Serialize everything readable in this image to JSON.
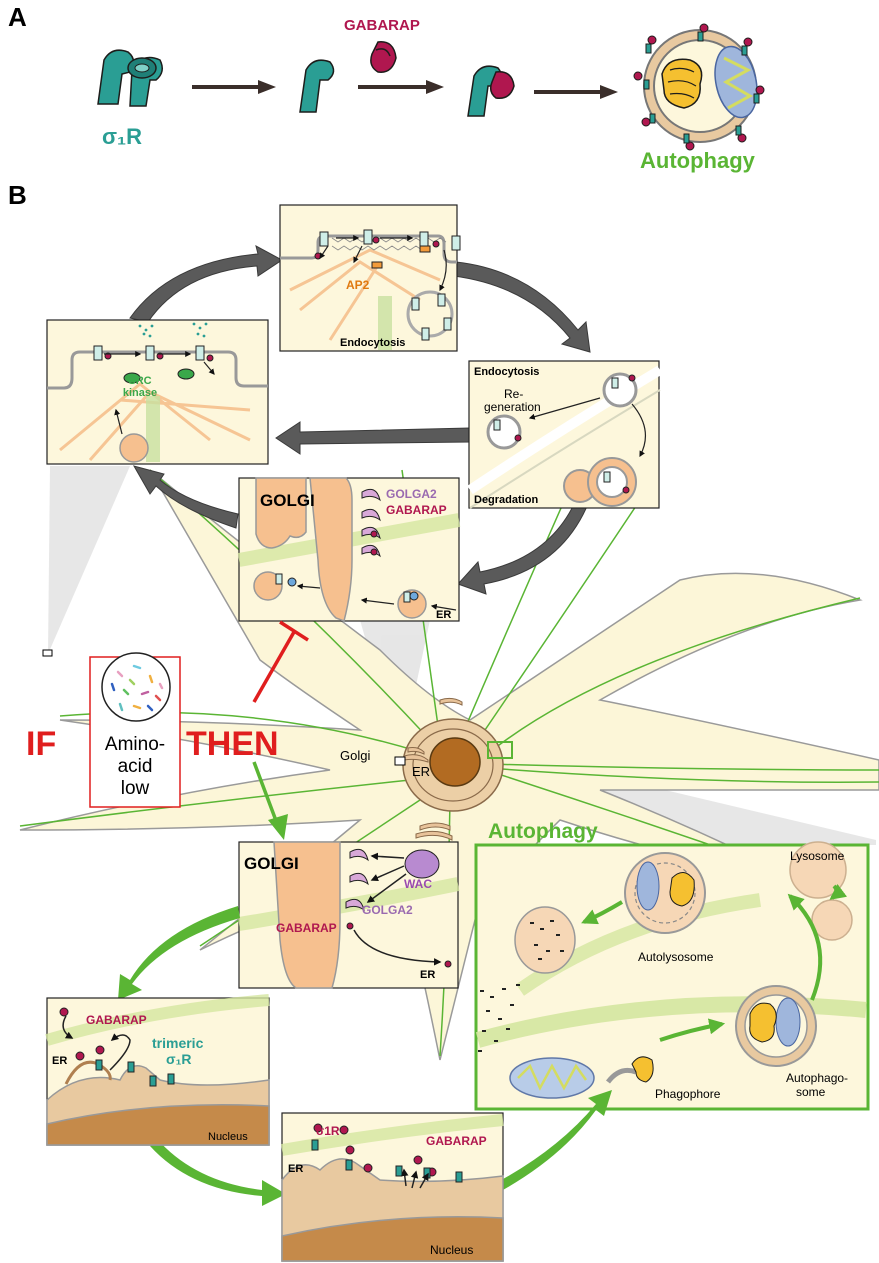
{
  "panel_a": {
    "letter": "A",
    "receptor_label": "σ₁R",
    "gabarap_label": "GABARAP",
    "outcome_label": "Autophagy"
  },
  "panel_b": {
    "letter": "B",
    "endocytosis_box": {
      "ap2": "AP2",
      "title": "Endocytosis"
    },
    "src_box": {
      "kinase_line1": "SRC",
      "kinase_line2": "kinase"
    },
    "sorting_box": {
      "title": "Endocytosis",
      "regeneration_line1": "Re-",
      "regeneration_line2": "generation",
      "degradation": "Degradation"
    },
    "golgi_top": {
      "title": "GOLGI",
      "golga2": "GOLGA2",
      "gabarap": "GABARAP",
      "er": "ER"
    },
    "condition": {
      "if": "IF",
      "then": "THEN",
      "line1": "Amino-",
      "line2": "acid",
      "line3": "low"
    },
    "cell": {
      "golgi": "Golgi",
      "er": "ER"
    },
    "golgi_bottom": {
      "title": "GOLGI",
      "wac": "WAC",
      "golga2": "GOLGA2",
      "gabarap": "GABARAP",
      "er": "ER"
    },
    "autophagy_box": {
      "title": "Autophagy",
      "lysosome": "Lysosome",
      "autolysosome": "Autolysosome",
      "autophagosome_line1": "Autophago-",
      "autophagosome_line2": "some",
      "phagophore": "Phagophore"
    },
    "er_box_left": {
      "gabarap": "GABARAP",
      "er": "ER",
      "trimeric_line1": "trimeric",
      "trimeric_line2": "σ₁R",
      "nucleus": "Nucleus"
    },
    "er_box_bottom": {
      "sigma": "σ1R",
      "er": "ER",
      "gabarap": "GABARAP",
      "nucleus": "Nucleus"
    }
  },
  "colors": {
    "receptor": "#2a9e94",
    "gabarap": "#b0174f",
    "autophagy_green": "#5ab534",
    "condition_red": "#e01e1e",
    "box_fill": "#fdf7dc",
    "golgi_orange": "#f6c08f",
    "arrow_gray": "#5a5a5a"
  }
}
